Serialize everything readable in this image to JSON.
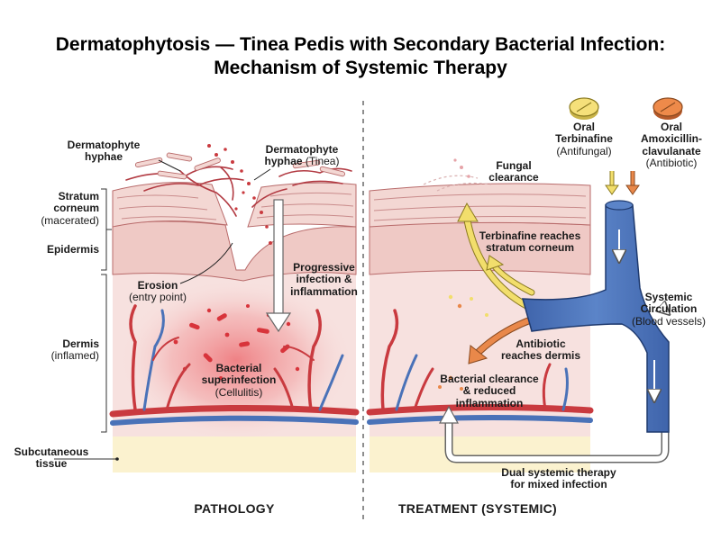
{
  "title": {
    "line1": "Dermatophytosis — Tinea Pedis with Secondary Bacterial Infection:",
    "line2": "Mechanism of Systemic Therapy"
  },
  "left_labels": {
    "hyphae": {
      "l1": "Dermatophyte",
      "l2": "hyphae"
    },
    "stratum": {
      "l1": "Stratum",
      "l2": "corneum",
      "l3": "(macerated)"
    },
    "epidermis": "Epidermis",
    "dermis": {
      "l1": "Dermis",
      "l2": "(inflamed)"
    },
    "subcut": {
      "l1": "Subcutaneous",
      "l2": "tissue"
    }
  },
  "pathology": {
    "hyphae_tinea": {
      "l1": "Dermatophyte",
      "l2a": "hyphae",
      "l2b": "(Tinea)"
    },
    "erosion": {
      "l1": "Erosion",
      "l2": "(entry point)"
    },
    "progressive": {
      "l1": "Progressive",
      "l2": "infection &",
      "l3": "inflammation"
    },
    "bacterial": {
      "l1": "Bacterial",
      "l2": "superinfection",
      "l3": "(Cellulitis)"
    },
    "panel_label": "PATHOLOGY"
  },
  "treatment": {
    "fungal_clearance": {
      "l1": "Fungal",
      "l2": "clearance"
    },
    "terbinafine_reaches": {
      "l1": "Terbinafine reaches",
      "l2": "stratum corneum"
    },
    "antibiotic_reaches": {
      "l1": "Antibiotic",
      "l2": "reaches dermis"
    },
    "bacterial_clearance": {
      "l1": "Bacterial clearance",
      "l2": "& reduced",
      "l3": "inflammation"
    },
    "dual": {
      "l1": "Dual systemic therapy",
      "l2": "for mixed infection"
    },
    "panel_label": "TREATMENT (SYSTEMIC)"
  },
  "drugs": {
    "terbinafine": {
      "l1": "Oral",
      "l2": "Terbinafine",
      "l3": "(Antifungal)",
      "color": "#f5e07a"
    },
    "amoxicillin": {
      "l1": "Oral",
      "l2": "Amoxicillin-",
      "l3": "clavulanate",
      "l4": "(Antibiotic)",
      "color": "#ee8a4a"
    }
  },
  "circulation": {
    "l1": "Systemic",
    "l2": "Circulation",
    "l3": "(Blood vessels)"
  },
  "colors": {
    "stratum": "#f3d7d3",
    "epidermis": "#efc9c5",
    "dermis": "#f7e1df",
    "subcut": "#fbf2cf",
    "vessel_red": "#c93a3f",
    "vessel_blue": "#4a72b8",
    "inflammation": "#e8333b",
    "terbinafine_arrow": "#f2de6c",
    "antibiotic_arrow": "#e9884a"
  }
}
